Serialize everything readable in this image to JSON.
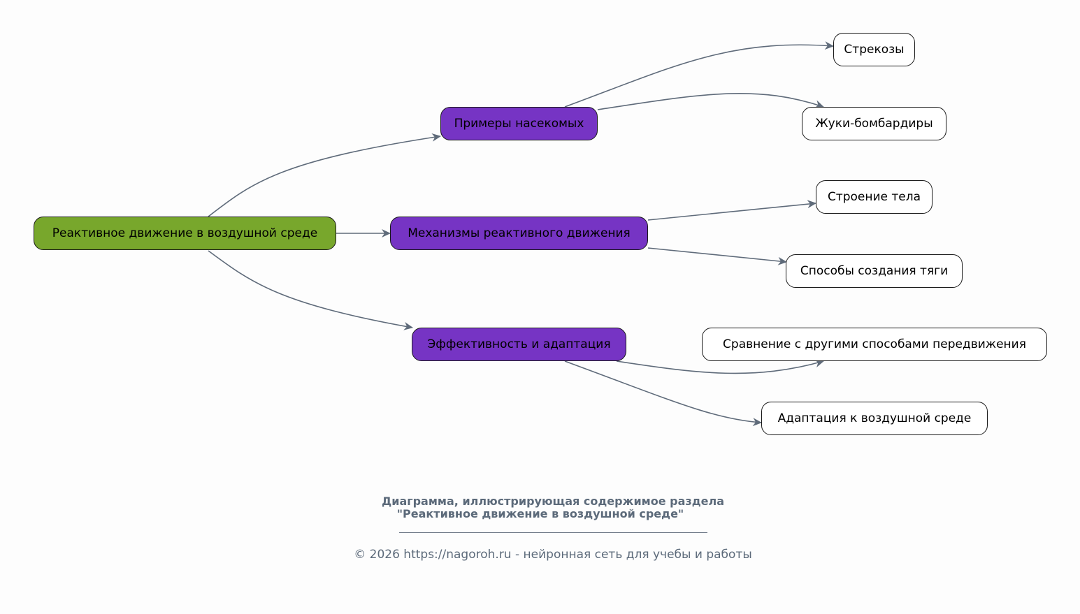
{
  "diagram": {
    "root": {
      "label": "Реактивное движение в воздушной среде",
      "color": "#78a72c"
    },
    "branches": [
      {
        "label": "Примеры насекомых",
        "color": "#7634c4",
        "children": [
          {
            "label": "Стрекозы"
          },
          {
            "label": "Жуки-бомбардиры"
          }
        ]
      },
      {
        "label": "Механизмы реактивного движения",
        "color": "#7634c4",
        "children": [
          {
            "label": "Строение тела"
          },
          {
            "label": "Способы создания тяги"
          }
        ]
      },
      {
        "label": "Эффективность и адаптация",
        "color": "#7634c4",
        "children": [
          {
            "label": "Сравнение с другими способами передвижения"
          },
          {
            "label": "Адаптация к воздушной среде"
          }
        ]
      }
    ],
    "edge_color": "#5f6b7a"
  },
  "caption": {
    "line1": "Диаграмма, иллюстрирующая содержимое раздела",
    "line2": "\"Реактивное движение в воздушной среде\""
  },
  "footer": "© 2026 https://nagoroh.ru - нейронная сеть для учебы и работы"
}
